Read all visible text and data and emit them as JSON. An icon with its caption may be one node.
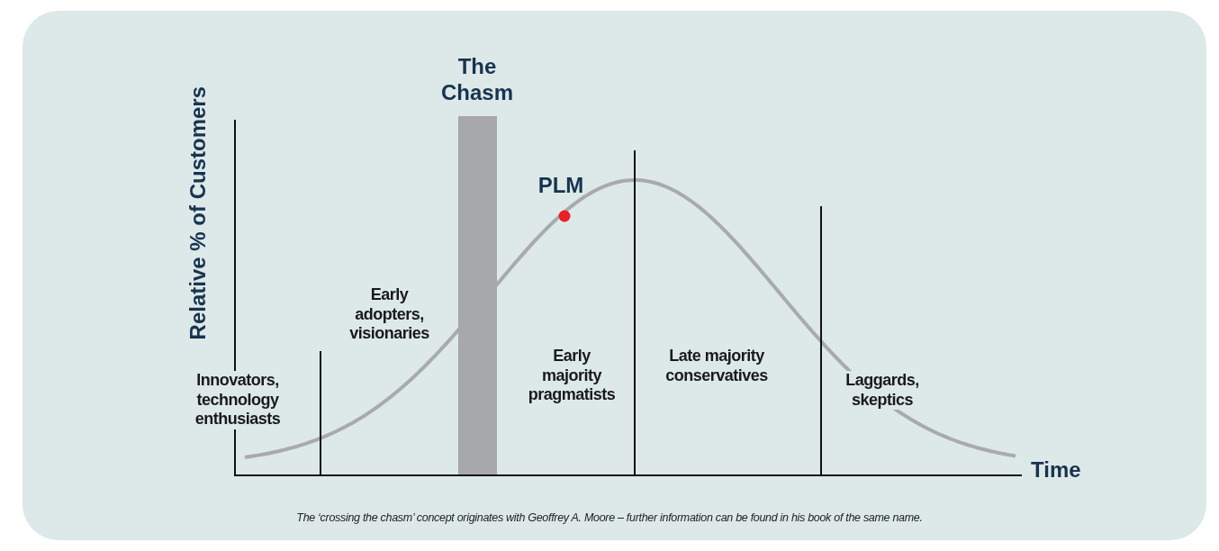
{
  "diagram": {
    "caption": "The ‘crossing the chasm’ concept originates with Geoffrey A. Moore – further information can be found in his book of the same name.",
    "nodes": [
      {
        "text": [
          "The Chasm"
        ]
      }
    ],
    "labels": [
      "Relative % of Customers",
      "PLM",
      "Early adopters, visionaries",
      "Innovators, technology enthusiasts",
      "Early majority pragmatists",
      "Late majority conservatives",
      "Laggards, skeptics",
      "Time"
    ]
  }
}
